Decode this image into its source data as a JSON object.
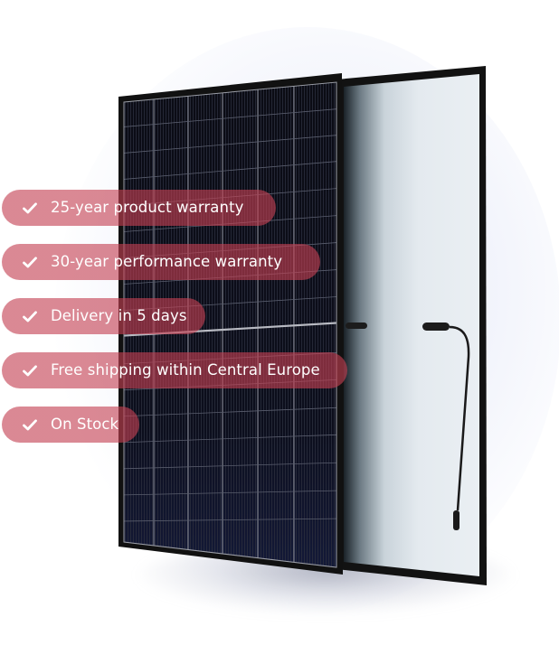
{
  "product": {
    "name": "solar-panel",
    "views": [
      "front",
      "back"
    ]
  },
  "features": [
    {
      "icon": "check-icon",
      "label": "25-year product warranty"
    },
    {
      "icon": "check-icon",
      "label": "30-year performance warranty"
    },
    {
      "icon": "check-icon",
      "label": "Delivery in 5 days"
    },
    {
      "icon": "check-icon",
      "label": "Free shipping within Central Europe"
    },
    {
      "icon": "check-icon",
      "label": "On Stock"
    }
  ],
  "colors": {
    "badge": "#c44052",
    "badge_text": "#ffffff",
    "frame": "#111111",
    "cells": "#0d0f1c",
    "backsheet": "#e6ecf1"
  }
}
